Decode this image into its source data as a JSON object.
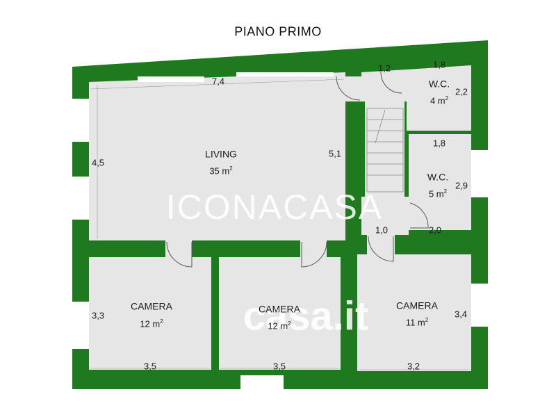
{
  "title": "PIANO PRIMO",
  "colors": {
    "wall": "#1f7a1f",
    "floor": "#e6e6e6",
    "background": "#ffffff"
  },
  "rooms": {
    "living": {
      "name": "LIVING",
      "area": "35 m",
      "sup": "2"
    },
    "wc_top": {
      "name": "W.C.",
      "area": "4 m",
      "sup": "2"
    },
    "wc_mid": {
      "name": "W.C.",
      "area": "5 m",
      "sup": "2"
    },
    "camera_left": {
      "name": "CAMERA",
      "area": "12 m",
      "sup": "2"
    },
    "camera_center": {
      "name": "CAMERA",
      "area": "12 m",
      "sup": "2"
    },
    "camera_right": {
      "name": "CAMERA",
      "area": "11 m",
      "sup": "2"
    }
  },
  "dimensions": {
    "living_top": "7,4",
    "living_left": "4,5",
    "living_right": "5,1",
    "corridor_top": "1,2",
    "wc_top_width": "1,8",
    "wc_top_height": "2,2",
    "wc_mid_width": "1,8",
    "wc_mid_height": "2,9",
    "hall_width": "1,0",
    "wc_mid_bottom": "2,0",
    "camera_left_height": "3,3",
    "camera_right_height": "3,4",
    "camera_left_width": "3,5",
    "camera_center_width": "3,5",
    "camera_right_width": "3,2"
  },
  "watermarks": {
    "logo_text": "ICONACASA",
    "site_text": "casa.it"
  }
}
